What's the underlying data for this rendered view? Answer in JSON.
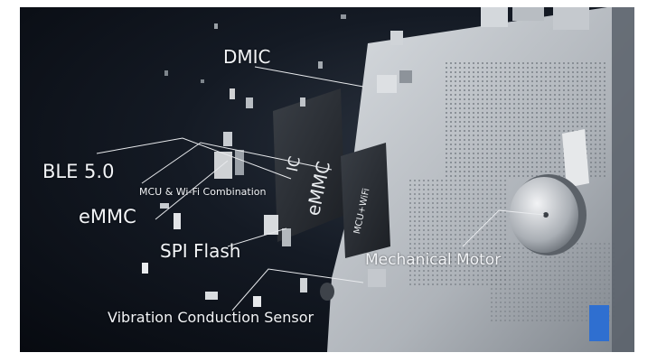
{
  "labels": {
    "dmic": "DMIC",
    "ble": "BLE 5.0",
    "mcu_wifi": "MCU & Wi-Fi Combination",
    "emmc": "eMMC",
    "spi_flash": "SPI Flash",
    "motor": "Mechanical Motor",
    "vibration": "Vibration Conduction Sensor"
  },
  "chips": {
    "emmc_top": "IC",
    "emmc_bottom": "eMMC",
    "mcu": "MCU+WiFi"
  },
  "colors": {
    "background": "#0b0f16",
    "board": "#c9cdd2",
    "chip": "#2b2f35",
    "accent_blue": "#2f6fd0"
  }
}
